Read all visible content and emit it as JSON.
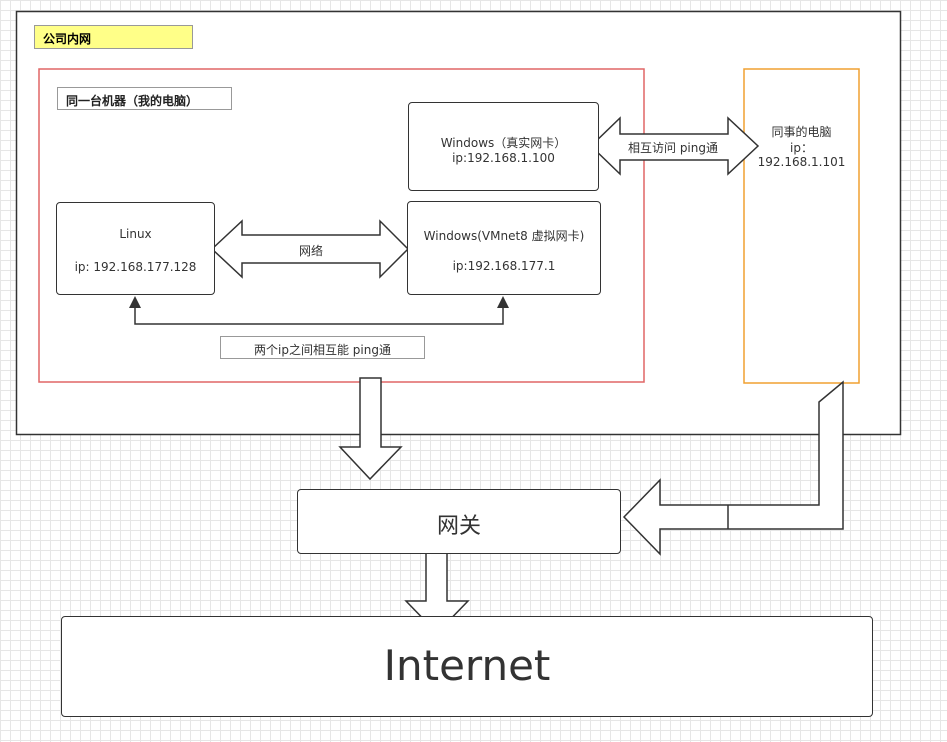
{
  "company_network": {
    "label": "公司内网",
    "label_bg": "#ffff88"
  },
  "same_machine": {
    "label": "同一台机器（我的电脑）",
    "border_color": "#e06666"
  },
  "windows_real": {
    "line1": "Windows（真实网卡）",
    "line2": "ip:192.168.1.100"
  },
  "windows_vmnet8": {
    "line1": "Windows(VMnet8 虚拟网卡)",
    "line2": "ip:192.168.177.1"
  },
  "linux": {
    "line1": "Linux",
    "line2": "ip: 192.168.177.128"
  },
  "links": {
    "network_label": "网络",
    "mutual_access_label": "相互访问  ping通",
    "ping_label": "两个ip之间相互能 ping通"
  },
  "colleague": {
    "line1": "同事的电脑",
    "line2": "ip：",
    "line3": "192.168.1.101",
    "border_color": "#f0a030"
  },
  "gateway": {
    "label": "网关"
  },
  "internet": {
    "label": "Internet"
  }
}
